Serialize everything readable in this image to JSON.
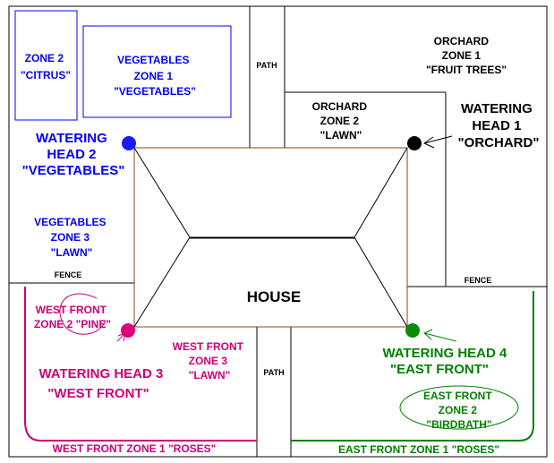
{
  "diagram": {
    "colors": {
      "black": "#000000",
      "blue": "#0000ff",
      "magenta": "#cc0077",
      "green": "#008000",
      "brown": "#8b4513",
      "watering_head_1": "#000000",
      "watering_head_2": "#1a1aff",
      "watering_head_3": "#e0007a",
      "watering_head_4": "#0a8a0a"
    },
    "labels": {
      "zone2_citrus": [
        "ZONE 2",
        "\"CITRUS\""
      ],
      "veg_zone1": [
        "VEGETABLES",
        "ZONE 1",
        "\"VEGETABLES\""
      ],
      "path_top": "PATH",
      "orchard_zone1": [
        "ORCHARD",
        "ZONE 1",
        "\"FRUIT TREES\""
      ],
      "orchard_zone2": [
        "ORCHARD",
        "ZONE 2",
        "\"LAWN\""
      ],
      "watering_head_1": [
        "WATERING",
        "HEAD 1",
        "\"ORCHARD\""
      ],
      "watering_head_2": [
        "WATERING",
        "HEAD 2",
        "\"VEGETABLES\""
      ],
      "veg_zone3": [
        "VEGETABLES",
        "ZONE 3",
        "\"LAWN\""
      ],
      "fence_left": "FENCE",
      "fence_right": "FENCE",
      "house": "HOUSE",
      "west_front_zone2": [
        "WEST FRONT",
        "ZONE 2 \"PINE\""
      ],
      "west_front_zone3": [
        "WEST FRONT",
        "ZONE 3",
        "\"LAWN\""
      ],
      "watering_head_3": [
        "WATERING HEAD 3",
        "\"WEST FRONT\""
      ],
      "path_bottom": "PATH",
      "watering_head_4": [
        "WATERING HEAD 4",
        "\"EAST FRONT\""
      ],
      "east_front_zone2": [
        "EAST FRONT",
        "ZONE 2",
        "\"BIRDBATH\""
      ],
      "west_front_zone1": "WEST FRONT ZONE 1 \"ROSES\"",
      "east_front_zone1": "EAST FRONT ZONE 1 \"ROSES\""
    }
  }
}
